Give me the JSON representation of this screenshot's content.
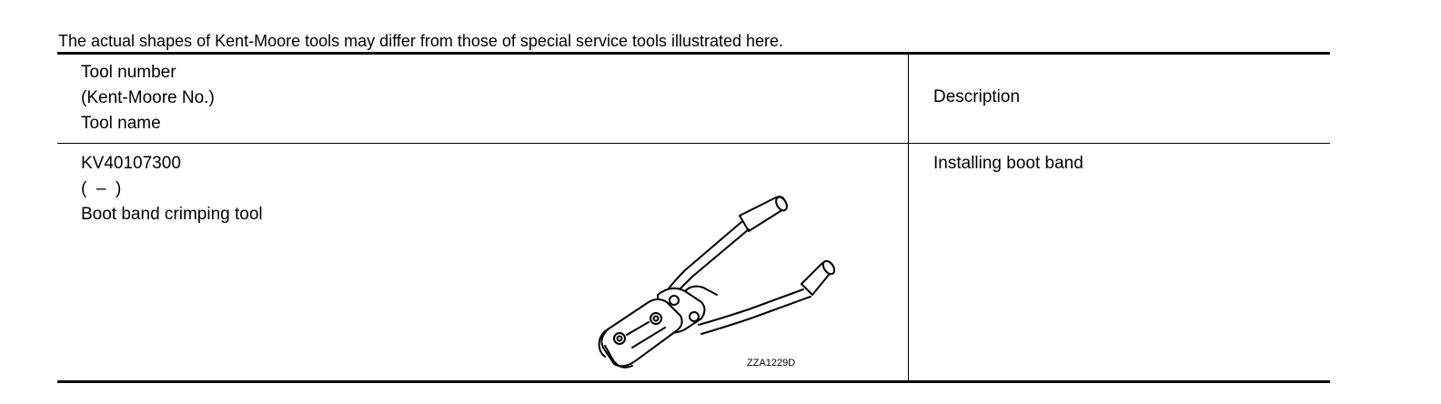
{
  "caption": "The actual shapes of Kent-Moore tools may differ from those of special service tools illustrated here.",
  "table": {
    "header": {
      "left_lines": [
        "Tool number",
        "(Kent-Moore No.)",
        "Tool name"
      ],
      "right": "Description"
    },
    "rows": [
      {
        "tool_number": "KV40107300",
        "kent_moore_no": "(  –  )",
        "tool_name": "Boot band crimping tool",
        "description": "Installing boot band",
        "figure_code": "ZZA1229D",
        "figure_icon": "boot-band-crimping-tool-illustration"
      }
    ]
  }
}
